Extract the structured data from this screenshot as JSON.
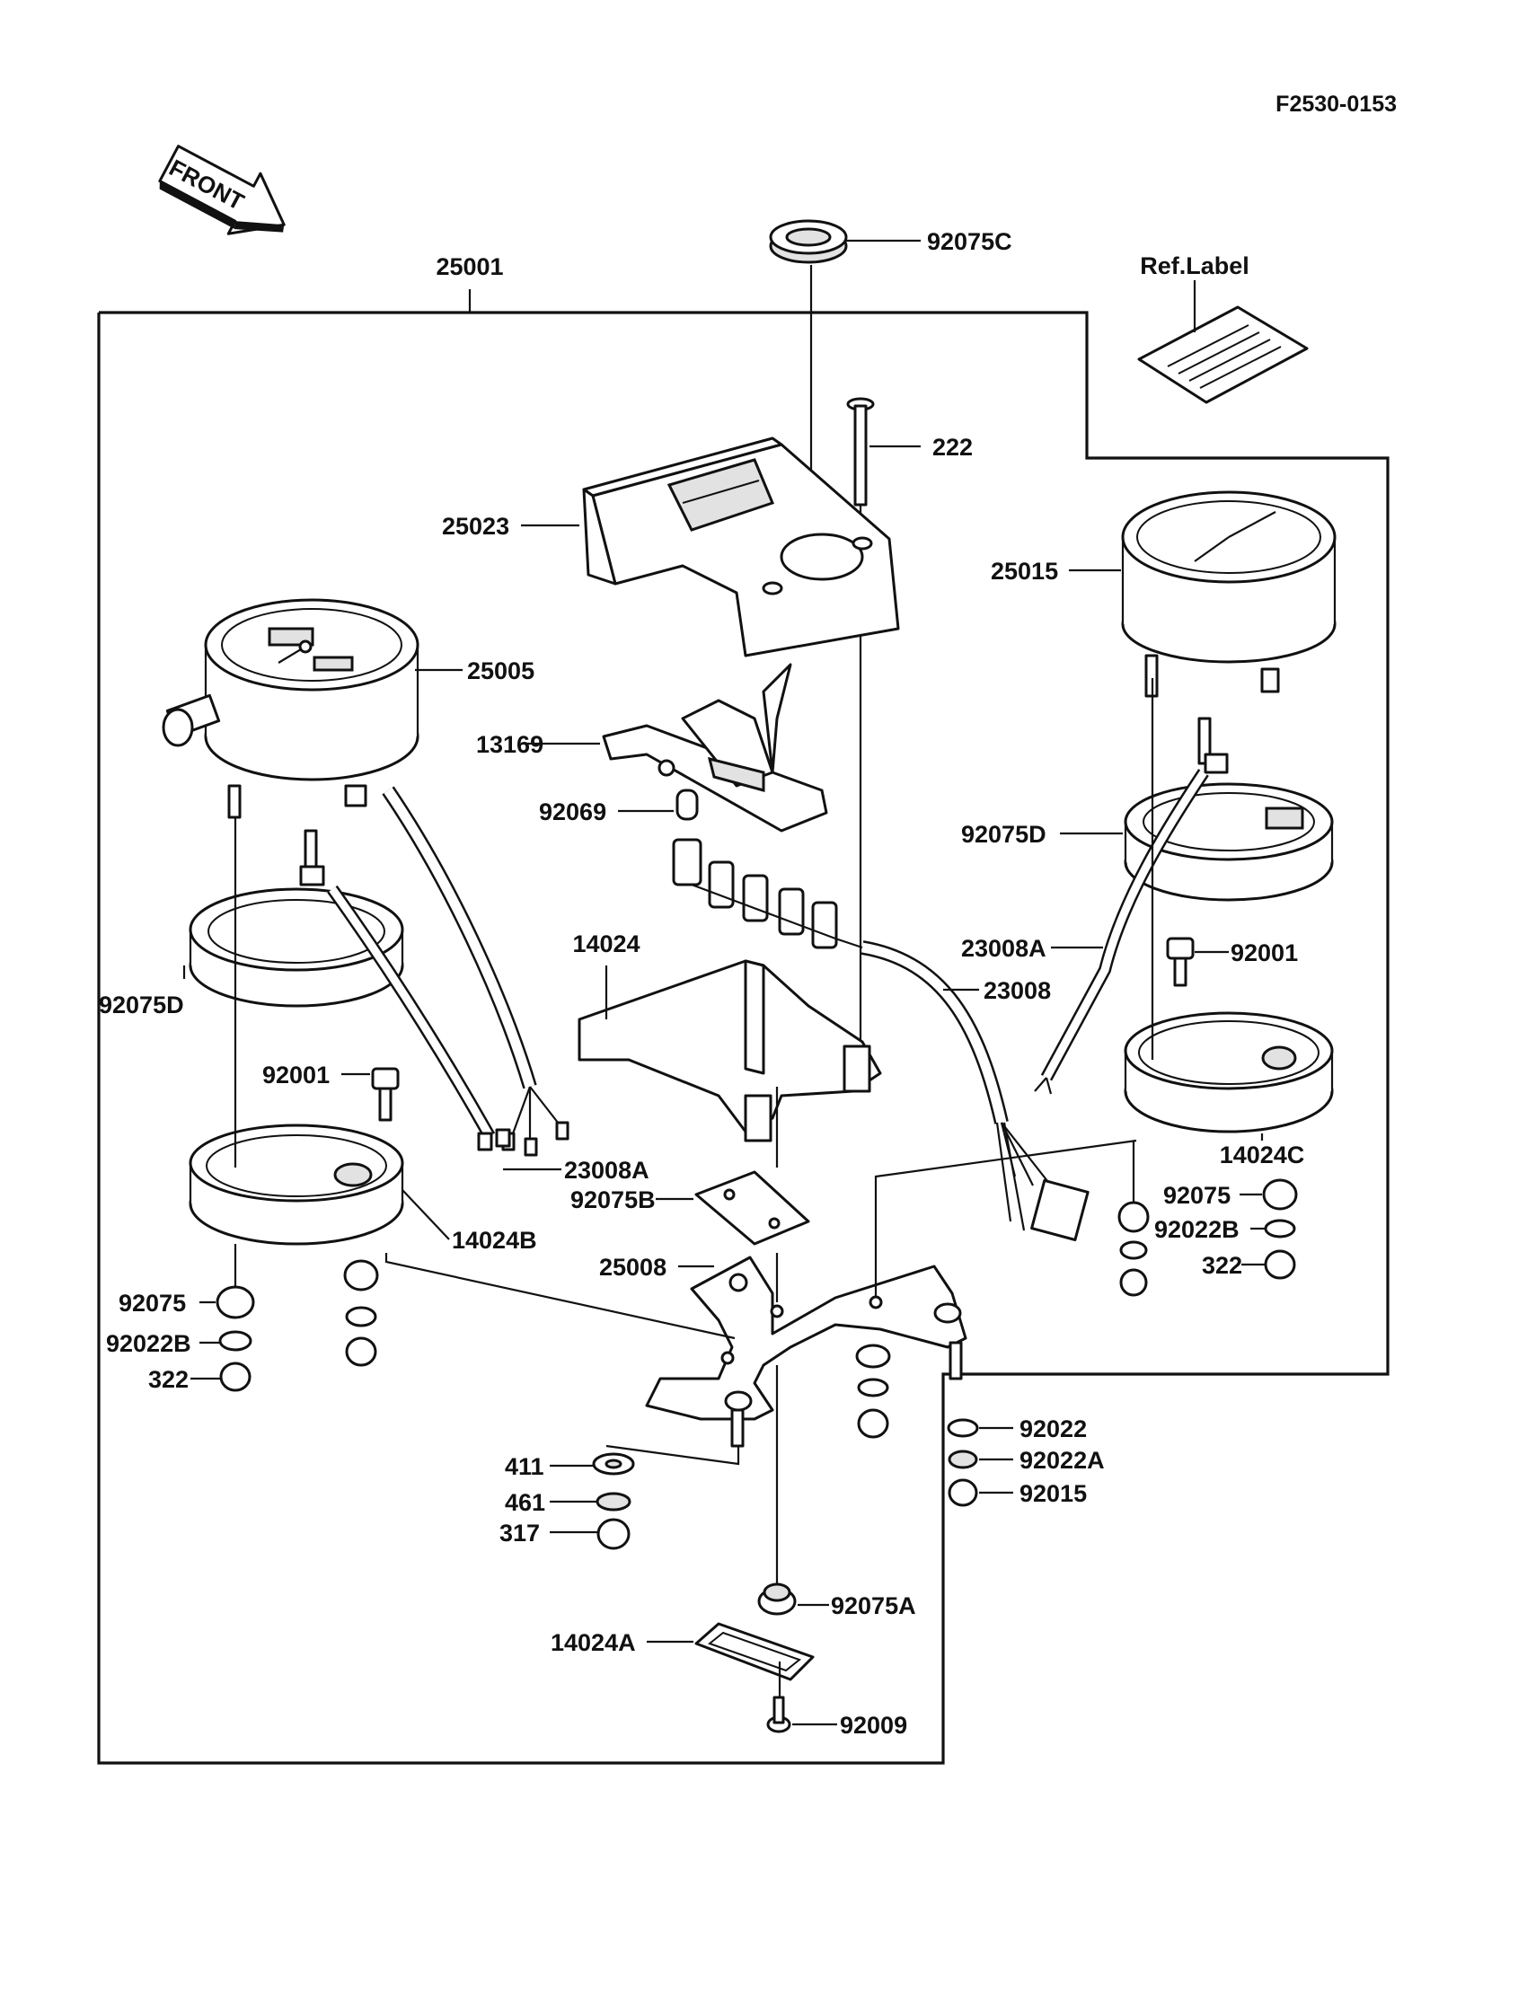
{
  "document_code": "F2530-0153",
  "front_label": "FRONT",
  "ref_label": "Ref.Label",
  "parts": {
    "p25001": "25001",
    "p92075C": "92075C",
    "p222": "222",
    "p25023": "25023",
    "p25015": "25015",
    "p25005": "25005",
    "p13169": "13169",
    "p92069": "92069",
    "p92075D_r": "92075D",
    "p23008A_r": "23008A",
    "p92001_r": "92001",
    "p14024": "14024",
    "p23008": "23008",
    "p92075D_l": "92075D",
    "p92001_l": "92001",
    "p23008A_l": "23008A",
    "p92075B": "92075B",
    "p14024B": "14024B",
    "p14024C": "14024C",
    "p92075_r": "92075",
    "p92022B_r": "92022B",
    "p322_r": "322",
    "p25008": "25008",
    "p92075_l": "92075",
    "p92022B_l": "92022B",
    "p322_l": "322",
    "p92022": "92022",
    "p92022A": "92022A",
    "p92015": "92015",
    "p411": "411",
    "p461": "461",
    "p317": "317",
    "p92075A": "92075A",
    "p14024A": "14024A",
    "p92009": "92009"
  }
}
